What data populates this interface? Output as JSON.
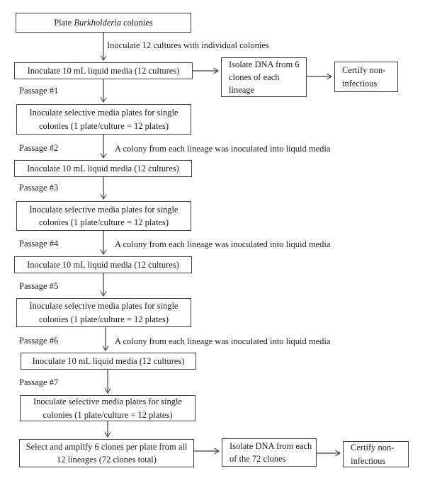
{
  "figure": {
    "type": "flowchart",
    "background": "#ffffff",
    "line_color": "#3e3e3e",
    "text_color": "#1d1d1d"
  },
  "boxes": {
    "plate_colonies": {
      "prefix": "Plate ",
      "species": "Burkholderia",
      "suffix": " colonies"
    },
    "liquid_media": "Inoculate 10 mL liquid media (12 cultures)",
    "selective_media": "Inoculate selective media plates for single\ncolonies (1 plate/culture = 12 plates)",
    "select_amplify": "Select and amplify 6 clones per plate from all\n12 lineages (72 clones total)",
    "isolate_dna_lineage": "Isolate DNA from 6\nclones of each\nlineage",
    "isolate_dna_72": "Isolate DNA from each\nof the 72 clones",
    "certify": "Certify non-\ninfectious"
  },
  "annotations": {
    "inoculate_cultures": "Inoculate 12 cultures with individual colonies",
    "colony_inoculated": "A colony from each lineage was inoculated into liquid media"
  },
  "passages": [
    "Passage #1",
    "Passage #2",
    "Passage #3",
    "Passage #4",
    "Passage #5",
    "Passage #6",
    "Passage #7"
  ]
}
